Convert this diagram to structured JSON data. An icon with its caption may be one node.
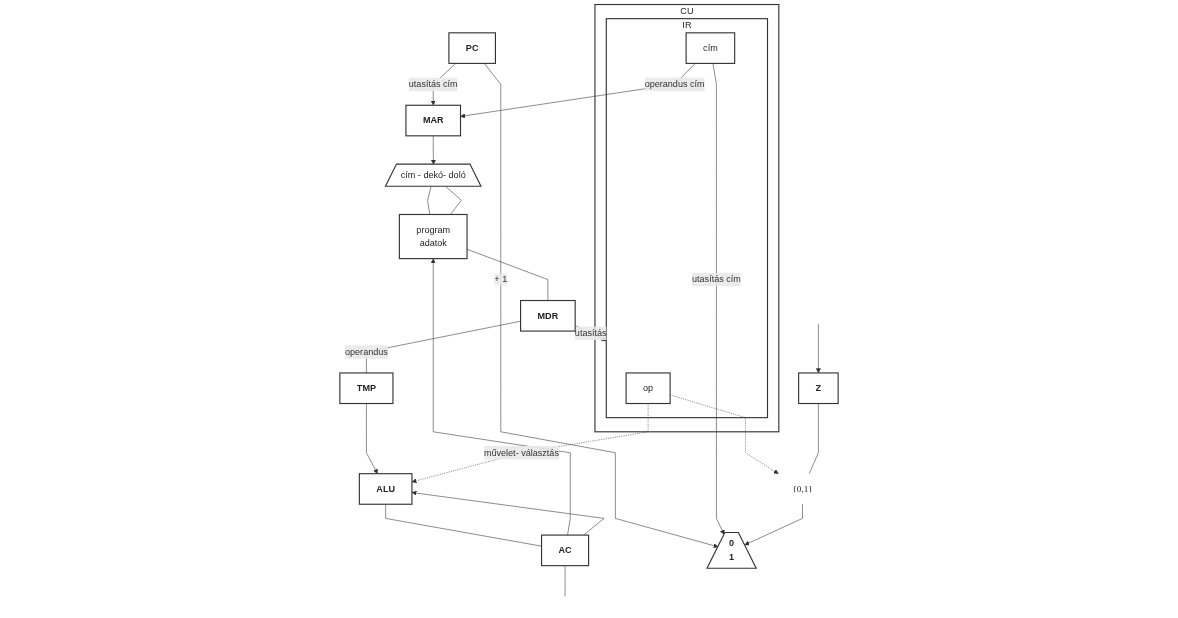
{
  "diagram": {
    "nodes": [
      {
        "text": [
          "PC"
        ]
      },
      {
        "text": [
          "MAR"
        ]
      },
      {
        "text": [
          "AC"
        ]
      },
      {
        "text": [
          "0",
          "1"
        ]
      },
      {
        "text": [
          "cím - dekó- doló"
        ]
      },
      {
        "text": [
          "program",
          "adatok"
        ]
      },
      {
        "text": [
          "ALU"
        ]
      },
      {
        "text": [
          "{0,1}"
        ]
      },
      {
        "text": [
          "TMP"
        ]
      },
      {
        "text": [
          "Z"
        ]
      },
      {
        "text": [
          "CU"
        ]
      },
      {
        "text": [
          "IR"
        ],
        "in": 10
      },
      {
        "text": [
          "op"
        ],
        "in": 11
      },
      {
        "text": [
          "cím"
        ],
        "in": 11
      },
      {
        "text": [
          "MDR"
        ]
      }
    ],
    "edges": [
      {
        "from": 0,
        "to": 1,
        "label": "utasítás cím",
        "arrow": "to"
      },
      {
        "from": 0,
        "to": 3,
        "label": "+ 1",
        "arrow": "to"
      },
      {
        "from": 13,
        "to": 1,
        "label": "operandus cím",
        "arrow": "to"
      },
      {
        "from": 13,
        "to": 3,
        "label": "utasítás cím",
        "arrow": "to"
      },
      {
        "from": 1,
        "to": 4,
        "arrow": "to"
      },
      {
        "from": 4,
        "to": 5,
        "arrow": "none"
      },
      {
        "from": 4,
        "to": 5,
        "arrow": "none"
      },
      {
        "from": 2,
        "to": 5,
        "arrow": "to"
      },
      {
        "from": 2,
        "to": 6,
        "arrow": "to"
      },
      {
        "from": 2,
        "to": null,
        "arrow": "none"
      },
      {
        "from": 6,
        "to": 2,
        "arrow": "none"
      },
      {
        "from": 5,
        "to": 14,
        "arrow": "none"
      },
      {
        "from": 14,
        "to": 11,
        "label": "utasítás",
        "arrow": "to"
      },
      {
        "from": 14,
        "to": 8,
        "label": "operandus",
        "arrow": "none"
      },
      {
        "from": 8,
        "to": 6,
        "arrow": "to"
      },
      {
        "from": 12,
        "to": 6,
        "label": "művelet- választás",
        "arrow": "to",
        "style": "dashed"
      },
      {
        "from": 12,
        "to": 7,
        "arrow": "to",
        "style": "dashed"
      },
      {
        "from": 7,
        "to": 3,
        "arrow": "to"
      },
      {
        "from": 9,
        "to": 7,
        "arrow": "none"
      },
      {
        "from": null,
        "to": 9,
        "arrow": "to"
      }
    ]
  }
}
